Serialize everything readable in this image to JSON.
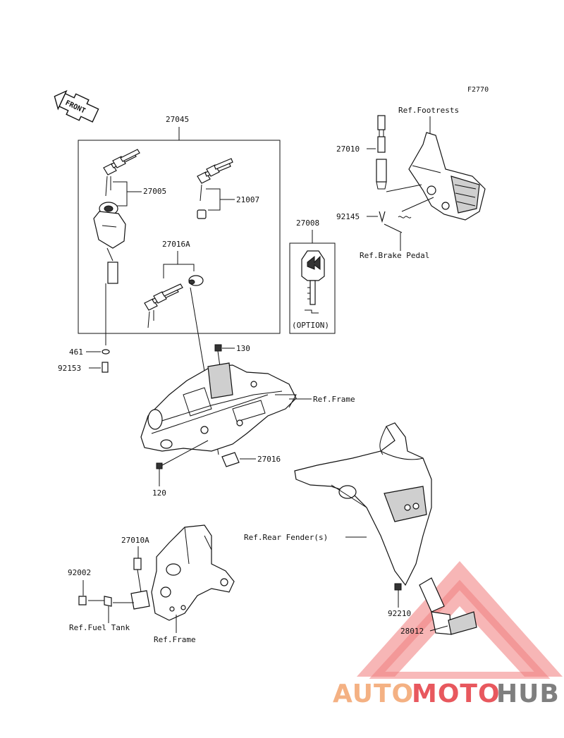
{
  "figure_code": "F2770",
  "front_label": "FRONT",
  "labels": {
    "l27045": "27045",
    "l27005": "27005",
    "l21007": "21007",
    "l27016A": "27016A",
    "l27008": "27008",
    "option": "(OPTION)",
    "l27010": "27010",
    "refFootrests": "Ref.Footrests",
    "l92145": "92145",
    "refBrakePedal": "Ref.Brake Pedal",
    "l461": "461",
    "l92153": "92153",
    "l130": "130",
    "refFrame1": "Ref.Frame",
    "l27016": "27016",
    "l120": "120",
    "refRearFender": "Ref.Rear Fender(s)",
    "l27010A": "27010A",
    "l92002": "92002",
    "refFuelTank": "Ref.Fuel Tank",
    "refFrame2": "Ref.Frame",
    "l92210": "92210",
    "l28012": "28012"
  },
  "watermark": {
    "part1": "AUTO",
    "part2": "MOTO",
    "part3": "HUB",
    "color1": "#f4b183",
    "color2": "#e8585e",
    "color3": "#7f7f7f"
  }
}
